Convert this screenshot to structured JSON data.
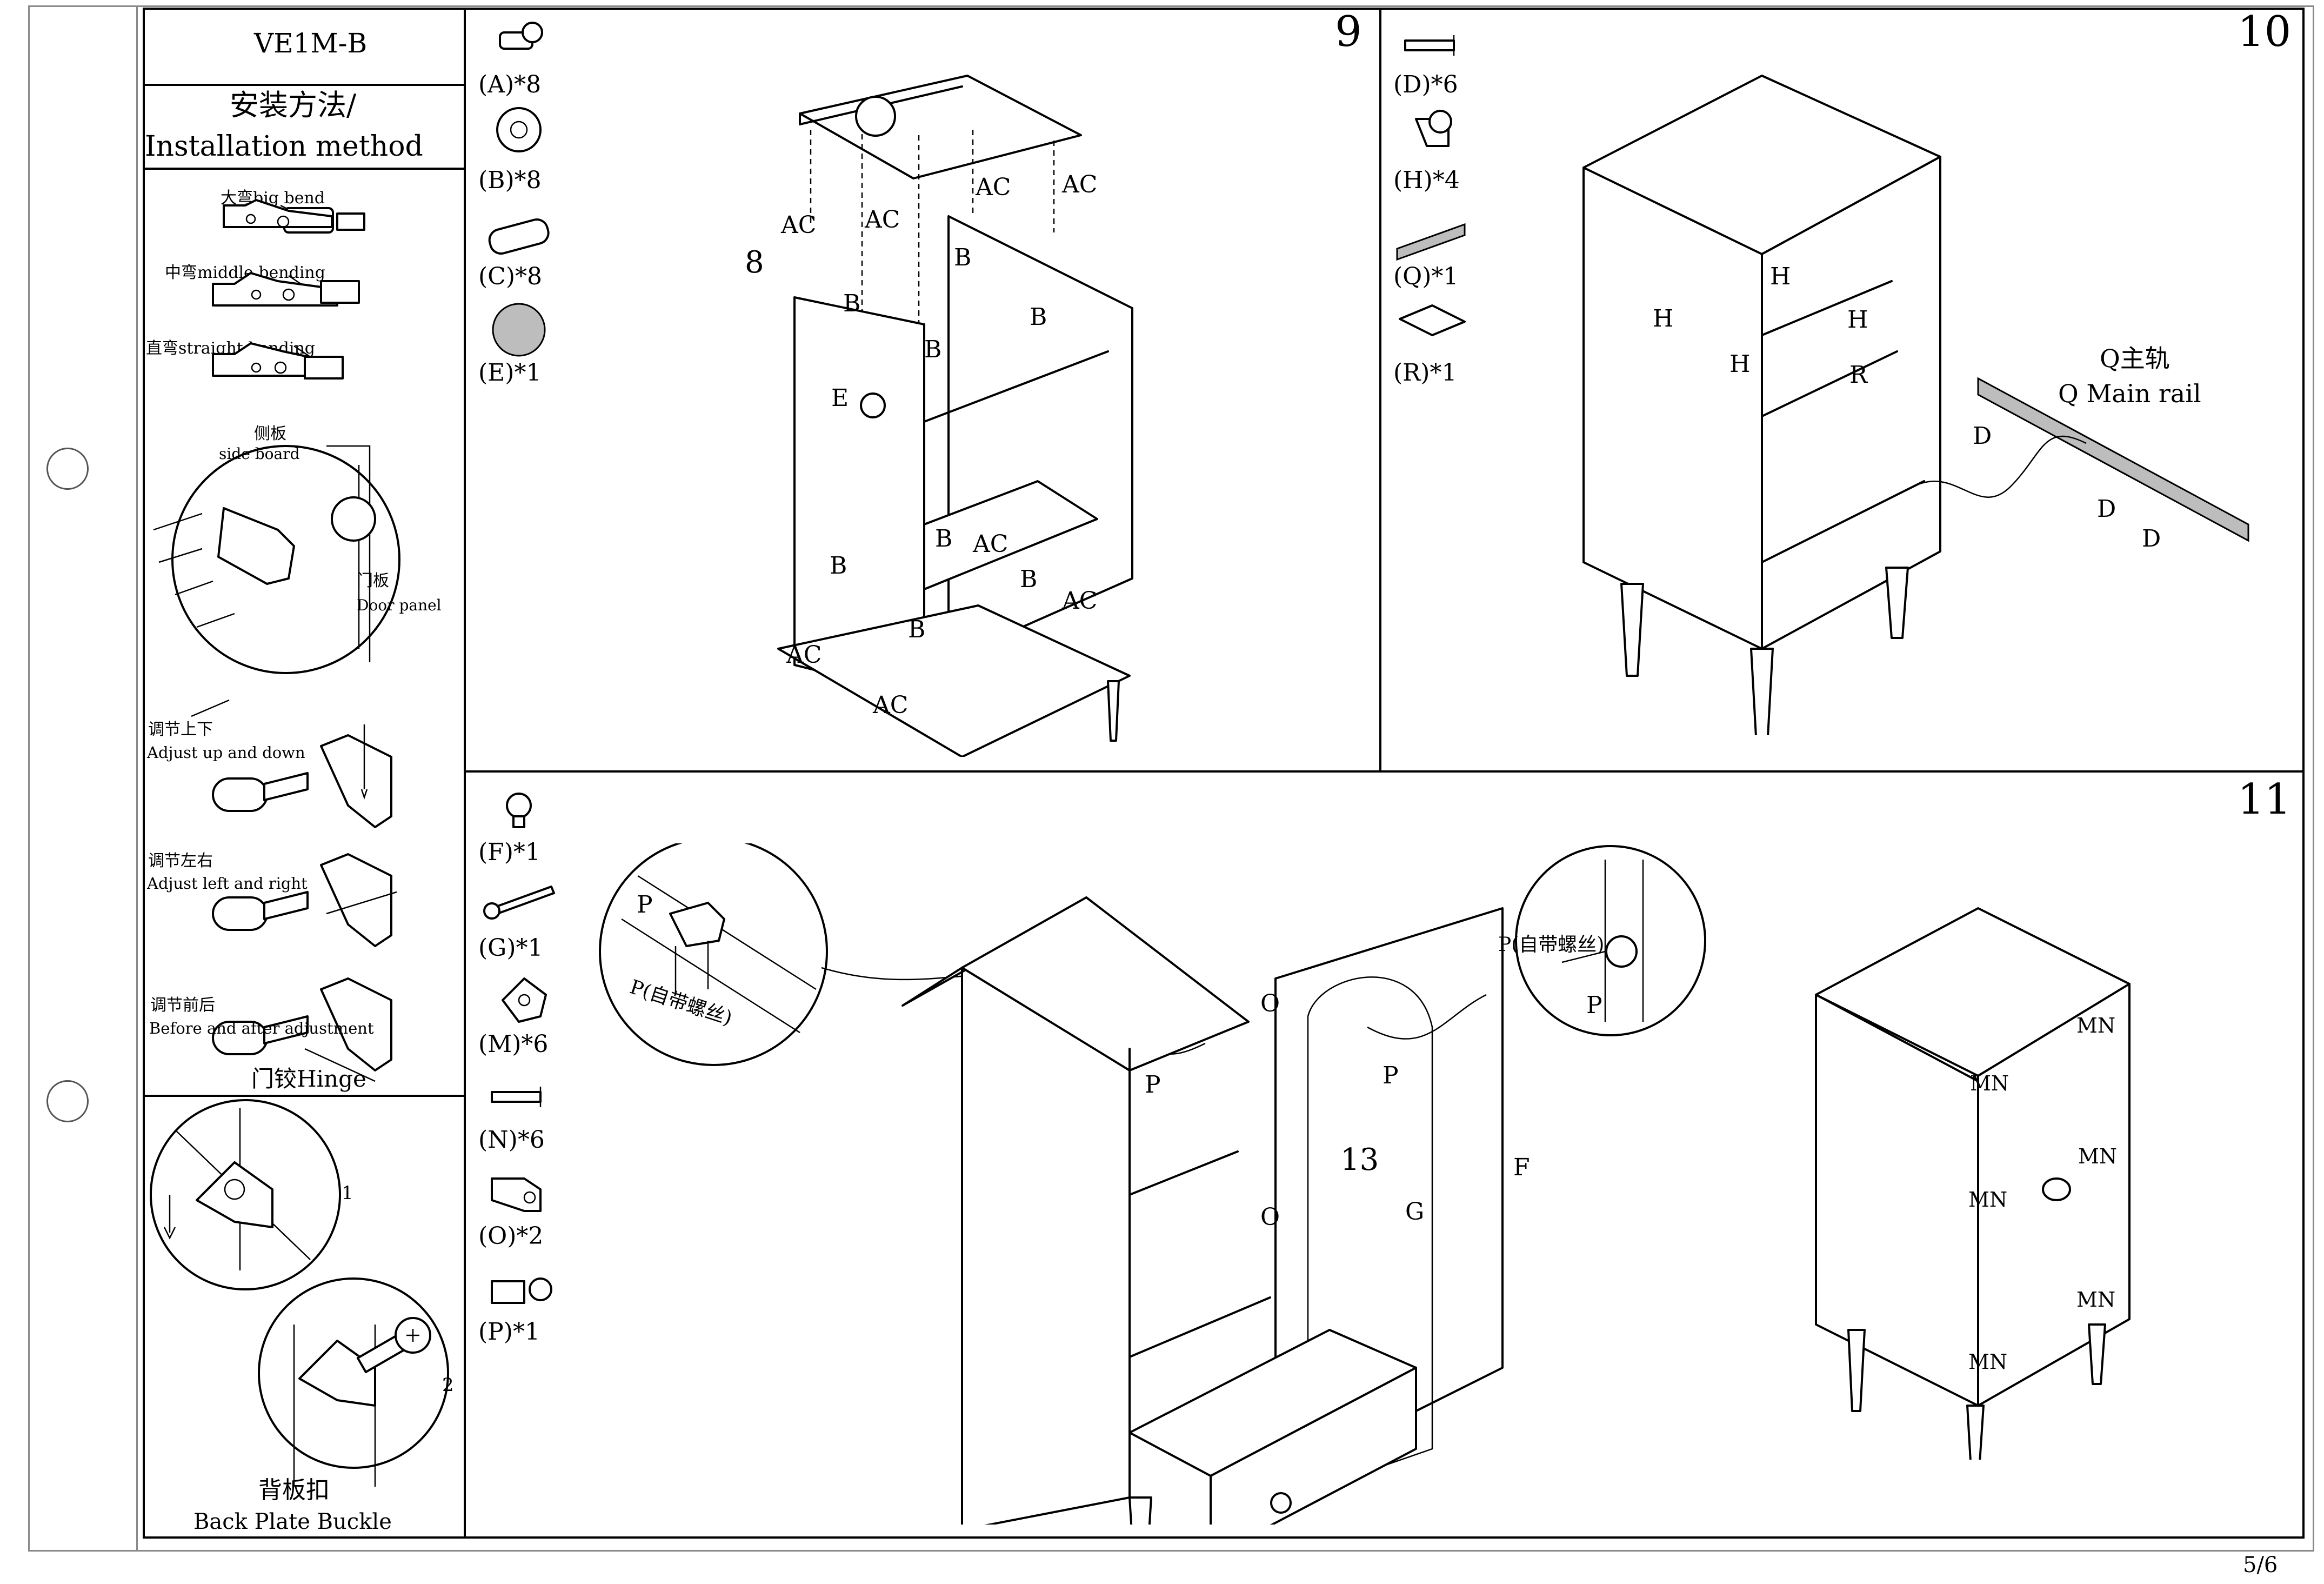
{
  "model": "VE1M-B",
  "install_title_cn": "安装方法/",
  "install_title_en": "Installation method",
  "hinge": {
    "big_bend": "大弯big bend",
    "middle_bend": "中弯middle bending",
    "straight_bend": "直弯straight bending",
    "side_board_cn": "侧板",
    "side_board_en": "side board",
    "door_panel_cn": "门板",
    "door_panel_en": "Door panel",
    "adjust_ud_cn": "调节上下",
    "adjust_ud_en": "Adjust up and down",
    "adjust_lr_cn": "调节左右",
    "adjust_lr_en": "Adjust left and right",
    "adjust_fb_cn": "调节前后",
    "adjust_fb_en": "Before and after adjustment",
    "caption": "门铰Hinge"
  },
  "back_plate": {
    "step1": "1",
    "step2": "2",
    "caption_cn": "背板扣",
    "caption_en": "Back Plate Buckle"
  },
  "step9": {
    "number": "9",
    "parts": [
      {
        "label": "(A)*8",
        "icon": "cam-bolt-icon"
      },
      {
        "label": "(B)*8",
        "icon": "cam-lock-icon"
      },
      {
        "label": "(C)*8",
        "icon": "wood-dowel-icon"
      },
      {
        "label": "(E)*1",
        "icon": "vent-grille-icon"
      }
    ],
    "callouts": {
      "ac": "AC",
      "b": "B",
      "e": "E",
      "panel": "8"
    }
  },
  "step10": {
    "number": "10",
    "parts": [
      {
        "label": "(D)*6",
        "icon": "screw-icon"
      },
      {
        "label": "(H)*4",
        "icon": "shelf-support-icon"
      },
      {
        "label": "(Q)*1",
        "icon": "drawer-rail-icon"
      },
      {
        "label": "(R)*1",
        "icon": "panel-sheet-icon"
      }
    ],
    "callouts": {
      "h": "H",
      "r": "R",
      "d": "D"
    },
    "rail_label_cn": "Q主轨",
    "rail_label_en": "Q Main rail"
  },
  "step11": {
    "number": "11",
    "parts": [
      {
        "label": "(F)*1",
        "icon": "knob-icon"
      },
      {
        "label": "(G)*1",
        "icon": "long-bolt-icon"
      },
      {
        "label": "(M)*6",
        "icon": "corner-bracket-icon"
      },
      {
        "label": "(N)*6",
        "icon": "screw-icon"
      },
      {
        "label": "(O)*2",
        "icon": "hinge-icon"
      },
      {
        "label": "(P)*1",
        "icon": "door-catch-icon"
      }
    ],
    "callouts": {
      "p": "P",
      "p_screw": "P(自带螺丝)",
      "o": "O",
      "g": "G",
      "f": "F",
      "door": "13",
      "mn": "MN"
    }
  },
  "page_number": "5/6"
}
